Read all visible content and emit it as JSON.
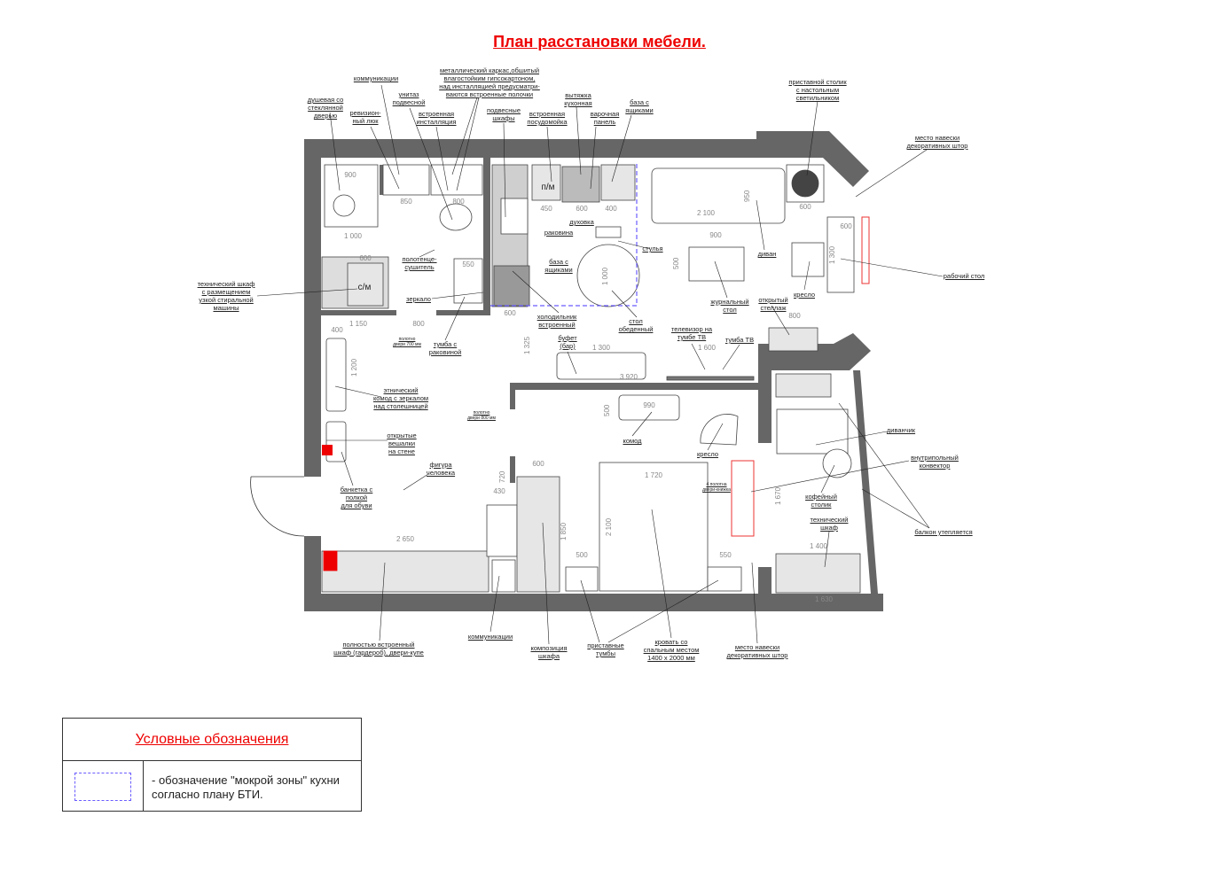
{
  "title": "План расстановки мебели.",
  "rooms": {
    "washing_machine": "с/м",
    "dishwasher": "п/м"
  },
  "labels": [
    "душевая со\nстеклянной\nдверью",
    "ревизион-\nный люк",
    "коммуникации",
    "унитаз\nподвесной",
    "металлический каркас,обшитый\nвлагостойким гипсокартоном,\nнад инсталляцией предусматри-\nваются встроенные полочки",
    "встроенная\nинсталляция",
    "подвесные\nшкафы",
    "встроенная\nпосудомойка",
    "вытяжка\nкухонная",
    "варочная\nпанель",
    "база с\nящиками",
    "приставной столик\nс настольным\nсветильником",
    "место навески\nдекоративных штор",
    "духовка",
    "раковина",
    "стулья",
    "база с\nящиками",
    "диван",
    "рабочий стол",
    "кресло",
    "открытый\nстеллаж",
    "журнальный\nстол",
    "технический шкаф\nс размещением\nузкой стиральной\nмашины",
    "полотенце-\nсушитель",
    "зеркало",
    "холодильник\nвстроенный",
    "стол\nобеденный",
    "телевизор на\nтумбе ТВ",
    "тумба ТВ",
    "буфет\n(бар)",
    "тумба с\nраковиной",
    "этнический\nкомод с зеркалом\nнад столешницей",
    "открытые\nвешалки\nна стене",
    "фигура\nчеловека",
    "банкетка с\nполкой\nдля обуви",
    "комод",
    "кресло",
    "диванчик",
    "внутрипольный\nконвектор",
    "кофейный\nстолик",
    "технический\nшкаф",
    "балкон утепляется",
    "полностью встроенный\nшкаф (гардероб), двери-купе",
    "коммуникации",
    "композиция\nшкафа",
    "приставные\nтумбы",
    "кровать со\nспальным местом\n1400 х 2000 мм",
    "место навески\nдекоративных штор"
  ],
  "notes": [
    "полотно\nдвери 700 мм",
    "полотно\nдвери 800 мм",
    "4 полотна\nдвери-книжка"
  ],
  "dimensions": [
    "900",
    "850",
    "800",
    "1 000",
    "600",
    "1 150",
    "400",
    "800",
    "1 200",
    "2 650",
    "450",
    "600",
    "400",
    "2 100",
    "950",
    "900",
    "500",
    "1 000",
    "600",
    "600",
    "1 300",
    "800",
    "1 300",
    "1 600",
    "3 920",
    "990",
    "500",
    "1 720",
    "2 100",
    "500",
    "550",
    "600",
    "1 850",
    "430",
    "720",
    "1 400",
    "1 630",
    "1 670",
    "1 325",
    "550",
    "600"
  ],
  "legend": {
    "title": "Условные обозначения",
    "wet_zone_text": "- обозначение \"мокрой зоны\" кухни\nсогласно плану БТИ."
  },
  "colors": {
    "wall": "#666666",
    "title": "#ee0000",
    "wet_zone": "#6a5cff",
    "furniture_fill": "#e6e6e6"
  }
}
